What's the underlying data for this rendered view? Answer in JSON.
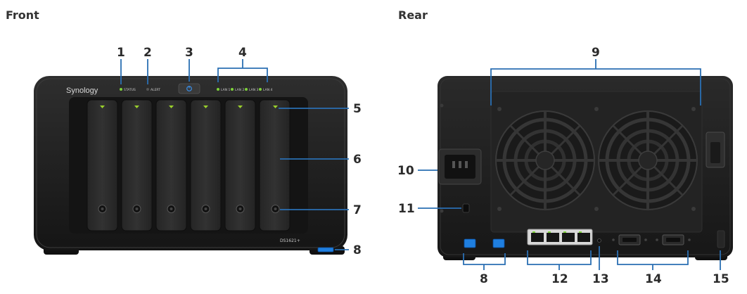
{
  "sections": {
    "front_title": "Front",
    "rear_title": "Rear"
  },
  "front_device": {
    "brand": "Synology",
    "model": "DS1621+",
    "led_labels": [
      "STATUS",
      "ALERT",
      "LAN 1",
      "LAN 2",
      "LAN 3",
      "LAN 4"
    ],
    "bay_count": 6
  },
  "callouts": {
    "front": [
      "1",
      "2",
      "3",
      "4",
      "5",
      "6",
      "7",
      "8"
    ],
    "rear": [
      "9",
      "10",
      "11",
      "8",
      "12",
      "13",
      "14",
      "15"
    ]
  },
  "colors": {
    "callout_line": "#2a6fb3",
    "chassis": "#1e1e1e",
    "bay": "#2b2b2b",
    "led_green": "#7ed23a",
    "usb_blue": "#1f7fe0"
  }
}
